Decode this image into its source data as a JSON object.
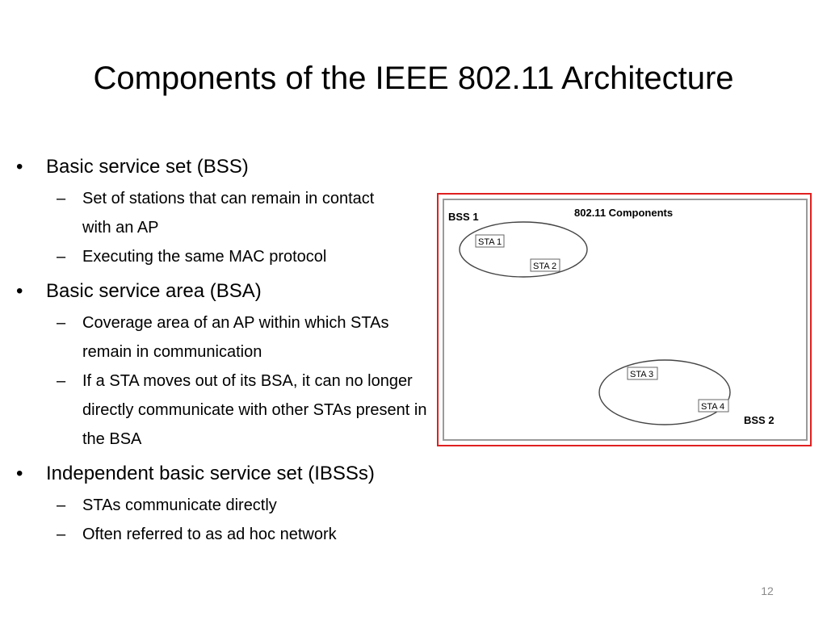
{
  "slide": {
    "title": "Components of the IEEE 802.11 Architecture",
    "page_number": "12"
  },
  "bullets": [
    {
      "text": "Basic service set (BSS)",
      "subitems": [
        "Set of stations that can remain in contact with an AP",
        "Executing the same MAC protocol"
      ]
    },
    {
      "text": "Basic service area (BSA)",
      "subitems": [
        "Coverage area of an AP within which STAs remain in communication",
        "If a STA moves out of its BSA, it can no longer directly communicate with other STAs present in the BSA"
      ]
    },
    {
      "text": "Independent basic service set (IBSSs)",
      "subitems": [
        "STAs communicate directly",
        "Often referred to as ad hoc network"
      ]
    }
  ],
  "diagram": {
    "title": "802.11 Components",
    "bss1_label": "BSS 1",
    "bss2_label": "BSS 2",
    "sta1": "STA 1",
    "sta2": "STA 2",
    "sta3": "STA 3",
    "sta4": "STA 4",
    "frame_color": "#e02020"
  }
}
